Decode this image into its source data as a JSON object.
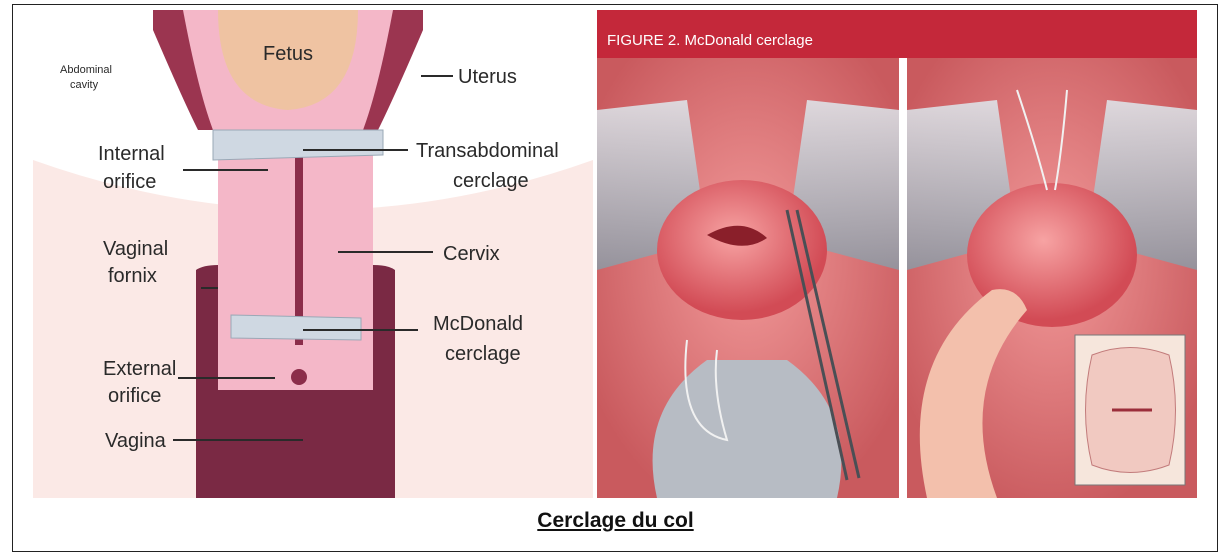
{
  "diagram": {
    "labels": {
      "fetus": "Fetus",
      "abdominal_cavity_line1": "Abdominal",
      "abdominal_cavity_line2": "cavity",
      "uterus": "Uterus",
      "internal_orifice_line1": "Internal",
      "internal_orifice_line2": "orifice",
      "transabdominal_line1": "Transabdominal",
      "transabdominal_line2": "cerclage",
      "cervix": "Cervix",
      "vaginal_fornix_line1": "Vaginal",
      "vaginal_fornix_line2": "fornix",
      "mcdonald_line1": "McDonald",
      "mcdonald_line2": "cerclage",
      "external_orifice_line1": "External",
      "external_orifice_line2": "orifice",
      "vagina": "Vagina"
    }
  },
  "illustration": {
    "header": "FIGURE 2. McDonald cerclage"
  },
  "caption": "Cerclage du col"
}
